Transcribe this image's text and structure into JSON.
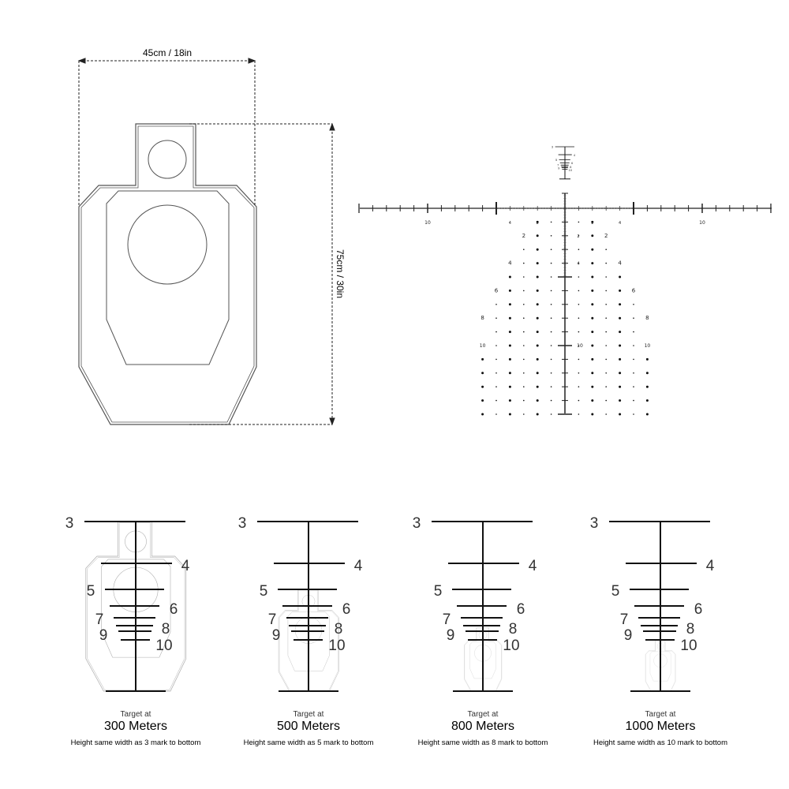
{
  "target": {
    "width_label": "45cm / 18in",
    "height_label": "75cm / 30in"
  },
  "reticle": {
    "horizontal_labels": [
      "10",
      "4",
      "2",
      "2",
      "4",
      "10"
    ],
    "vertical_labels": [
      "2",
      "4",
      "10"
    ],
    "grid_labels": [
      {
        "row": 2,
        "text": "2"
      },
      {
        "row": 4,
        "text": "4"
      },
      {
        "row": 6,
        "text": "6"
      },
      {
        "row": 8,
        "text": "8"
      },
      {
        "row": 10,
        "text": "10"
      }
    ],
    "mini_labels": [
      "3",
      "4",
      "5",
      "6",
      "7",
      "8",
      "9",
      "10"
    ]
  },
  "stadia_labels": [
    "3",
    "4",
    "5",
    "6",
    "7",
    "8",
    "9",
    "10"
  ],
  "panels": [
    {
      "distance_m": 300,
      "caption_top": "Target at",
      "caption_main": "300 Meters",
      "caption_note": "Height same width as 3 mark to bottom"
    },
    {
      "distance_m": 500,
      "caption_top": "Target at",
      "caption_main": "500 Meters",
      "caption_note": "Height same width as 5 mark to bottom"
    },
    {
      "distance_m": 800,
      "caption_top": "Target at",
      "caption_main": "800 Meters",
      "caption_note": "Height same width as 8 mark to bottom"
    },
    {
      "distance_m": 1000,
      "caption_top": "Target at",
      "caption_main": "1000 Meters",
      "caption_note": "Height same width as 10 mark to bottom"
    }
  ]
}
